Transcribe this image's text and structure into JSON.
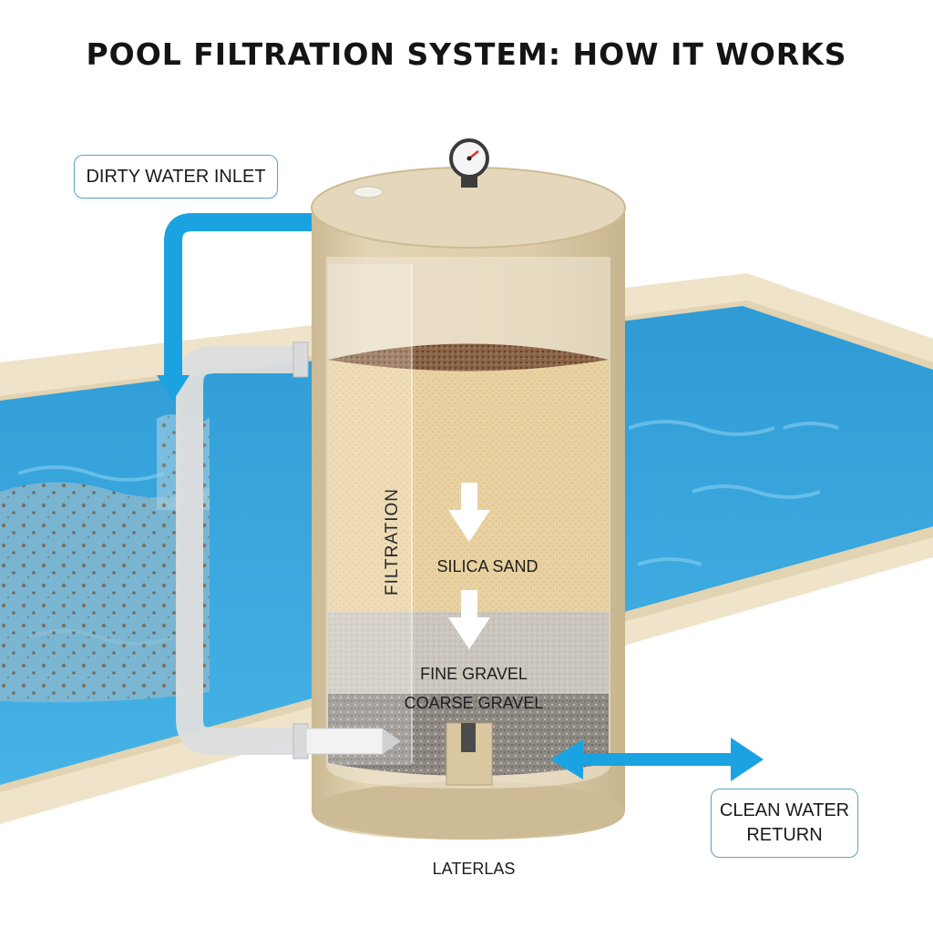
{
  "title": "POOL FILTRATION SYSTEM: HOW IT WORKS",
  "labels": {
    "inlet": "DIRTY WATER INLET",
    "return_line1": "CLEAN WATER",
    "return_line2": "RETURN",
    "filtration": "FILTRATION",
    "sand": "SILICA SAND",
    "fine_gravel": "FINE GRAVEL",
    "coarse_gravel": "COARSE GRAVEL",
    "laterals": "LATERLAS"
  },
  "colors": {
    "pool_water": "#3aa7dd",
    "pool_deck": "#efe3c9",
    "tank": "#dccca8",
    "sand": "#e9d2a2",
    "fine_gravel": "#c9c3b7",
    "coarse_gravel": "#8e8a84",
    "flow_arrow": "#1aa3e0"
  },
  "icons": {
    "pressure_gauge": "pressure-gauge-icon",
    "flow_down": "arrow-down-icon"
  }
}
